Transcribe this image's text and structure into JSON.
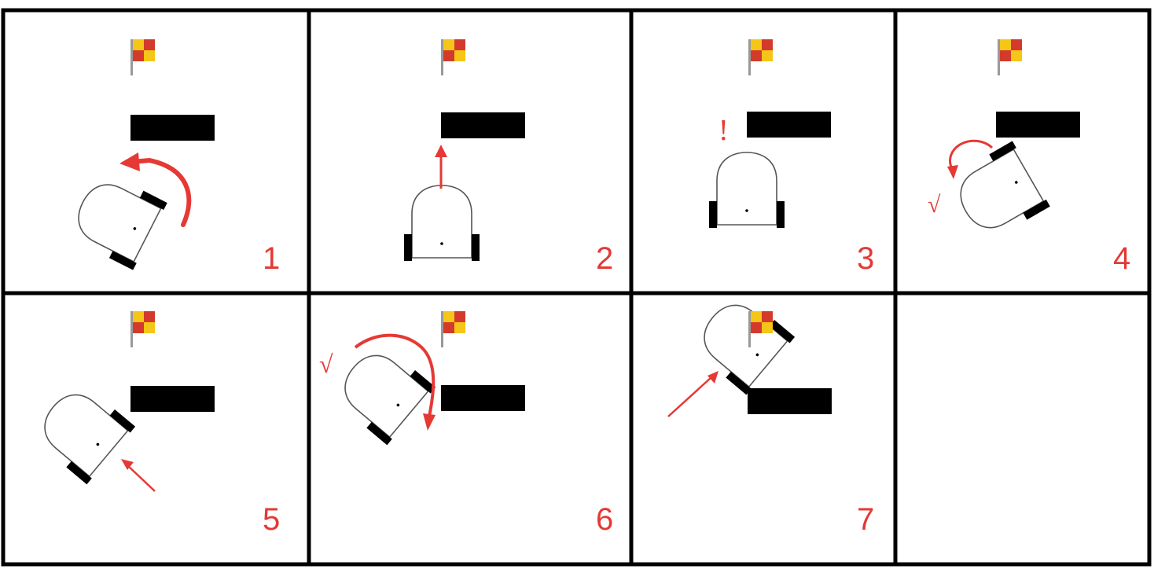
{
  "panels": [
    {
      "step": "1",
      "mark": ""
    },
    {
      "step": "2",
      "mark": ""
    },
    {
      "step": "3",
      "mark": "!"
    },
    {
      "step": "4",
      "mark": "√"
    },
    {
      "step": "5",
      "mark": ""
    },
    {
      "step": "6",
      "mark": "√"
    },
    {
      "step": "7",
      "mark": ""
    },
    {
      "step": "",
      "mark": ""
    }
  ],
  "colors": {
    "arrow": "#e53935",
    "obstacle": "#000000",
    "flag_yellow": "#f5c518",
    "flag_red": "#d33a2c",
    "flag_pole": "#999999"
  }
}
